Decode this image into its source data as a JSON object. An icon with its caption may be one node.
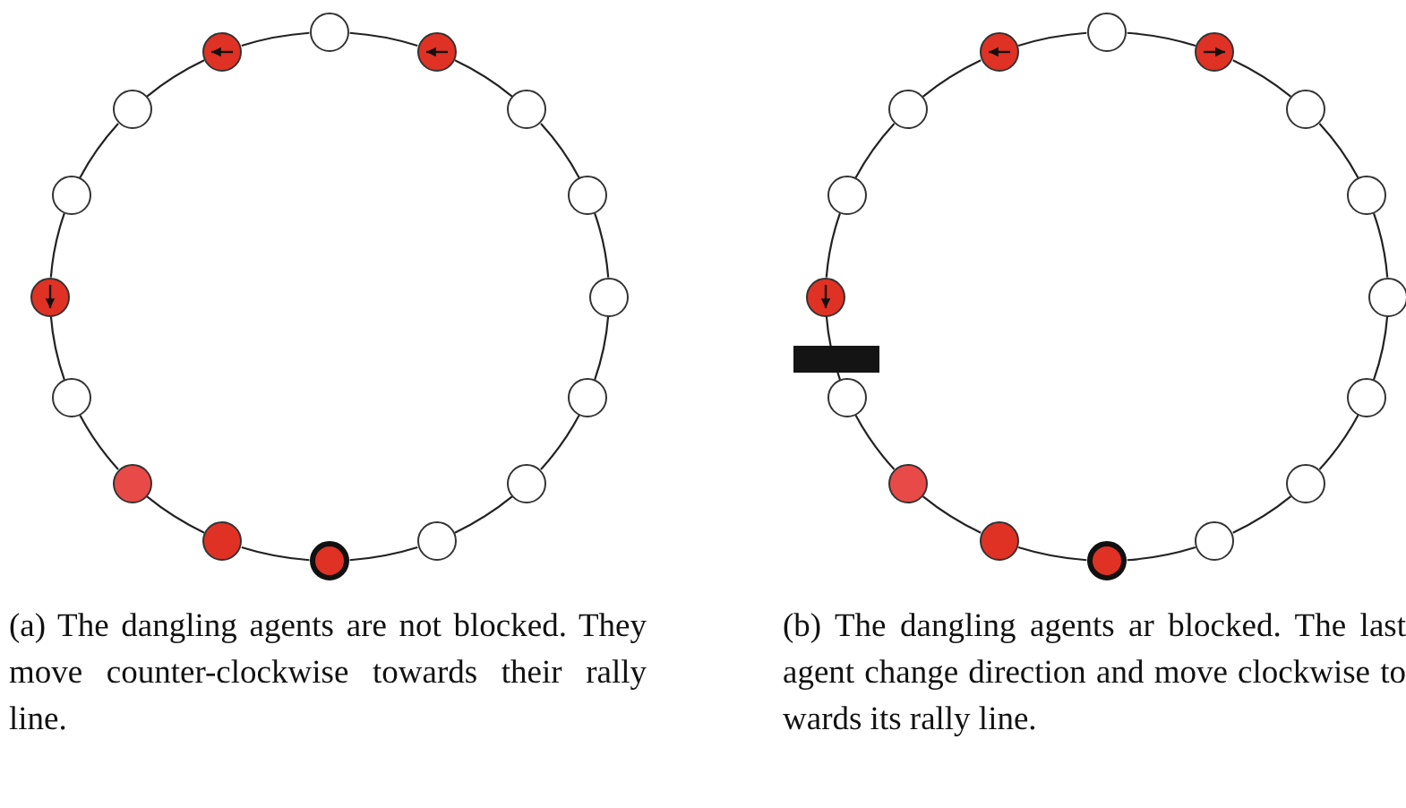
{
  "diagram": {
    "nodes": [
      {
        "text": [],
        "shape": "circle"
      },
      {
        "text": [],
        "shape": "circle"
      },
      {
        "text": [],
        "shape": "circle"
      },
      {
        "text": [],
        "shape": "circle"
      },
      {
        "text": [],
        "shape": "circle"
      },
      {
        "text": [],
        "shape": "circle"
      },
      {
        "text": [],
        "shape": "circle"
      },
      {
        "text": [],
        "shape": "circle"
      },
      {
        "text": [],
        "shape": "circle"
      },
      {
        "text": [],
        "shape": "circle"
      },
      {
        "text": [],
        "shape": "circle"
      },
      {
        "text": [],
        "shape": "circle"
      },
      {
        "text": [],
        "shape": "circle"
      },
      {
        "text": [],
        "shape": "circle"
      },
      {
        "text": [],
        "shape": "circle"
      },
      {
        "text": [],
        "shape": "circle"
      },
      {
        "text": [],
        "shape": "circle"
      },
      {
        "text": [],
        "shape": "circle"
      },
      {
        "text": [],
        "shape": "circle"
      },
      {
        "text": [],
        "shape": "circle"
      },
      {
        "text": [],
        "shape": "circle"
      },
      {
        "text": [],
        "shape": "circle"
      },
      {
        "text": [],
        "shape": "circle"
      },
      {
        "text": [],
        "shape": "circle"
      },
      {
        "text": [],
        "shape": "circle"
      },
      {
        "text": [],
        "shape": "circle"
      },
      {
        "text": [],
        "shape": "circle"
      },
      {
        "text": [],
        "shape": "circle"
      },
      {
        "text": [],
        "shape": "circle"
      },
      {
        "text": [],
        "shape": "circle"
      },
      {
        "text": [],
        "shape": "circle"
      },
      {
        "text": [],
        "shape": "circle"
      }
    ],
    "edges": [
      {
        "from": 0,
        "to": 1,
        "arrow": "none"
      },
      {
        "from": 1,
        "to": 2,
        "arrow": "none"
      },
      {
        "from": 2,
        "to": 3,
        "arrow": "none"
      },
      {
        "from": 3,
        "to": 4,
        "arrow": "none"
      },
      {
        "from": 4,
        "to": 5,
        "arrow": "none"
      },
      {
        "from": 5,
        "to": 6,
        "arrow": "none"
      },
      {
        "from": 6,
        "to": 7,
        "arrow": "none"
      },
      {
        "from": 7,
        "to": 8,
        "arrow": "none"
      },
      {
        "from": 8,
        "to": 9,
        "arrow": "none"
      },
      {
        "from": 9,
        "to": 10,
        "arrow": "none"
      },
      {
        "from": 10,
        "to": 11,
        "arrow": "none"
      },
      {
        "from": 11,
        "to": 12,
        "arrow": "none"
      },
      {
        "from": 12,
        "to": 13,
        "arrow": "none"
      },
      {
        "from": 13,
        "to": 14,
        "arrow": "none"
      },
      {
        "from": 14,
        "to": 15,
        "arrow": "none"
      },
      {
        "from": 15,
        "to": 0,
        "arrow": "none"
      },
      {
        "from": 16,
        "to": 17,
        "arrow": "none"
      },
      {
        "from": 17,
        "to": 18,
        "arrow": "none"
      },
      {
        "from": 18,
        "to": 19,
        "arrow": "none"
      },
      {
        "from": 19,
        "to": 20,
        "arrow": "none"
      },
      {
        "from": 20,
        "to": 21,
        "arrow": "none"
      },
      {
        "from": 21,
        "to": 22,
        "arrow": "none"
      },
      {
        "from": 22,
        "to": 23,
        "arrow": "none"
      },
      {
        "from": 23,
        "to": 24,
        "arrow": "none"
      },
      {
        "from": 24,
        "to": 25,
        "arrow": "none"
      },
      {
        "from": 25,
        "to": 26,
        "arrow": "none"
      },
      {
        "from": 26,
        "to": 27,
        "arrow": "none"
      },
      {
        "from": 27,
        "to": 28,
        "arrow": "none"
      },
      {
        "from": 28,
        "to": 29,
        "arrow": "none"
      },
      {
        "from": 29,
        "to": 30,
        "arrow": "none"
      },
      {
        "from": 30,
        "to": 31,
        "arrow": "none"
      },
      {
        "from": 31,
        "to": 16,
        "arrow": "none"
      }
    ],
    "labels": [
      "(a) The dangling agents are not blocked. They move counter-clockwise towards their rally line.",
      "(b) The dangling agents ar blocked. The last agent change direction and move clockwise to wards its rally line."
    ]
  }
}
